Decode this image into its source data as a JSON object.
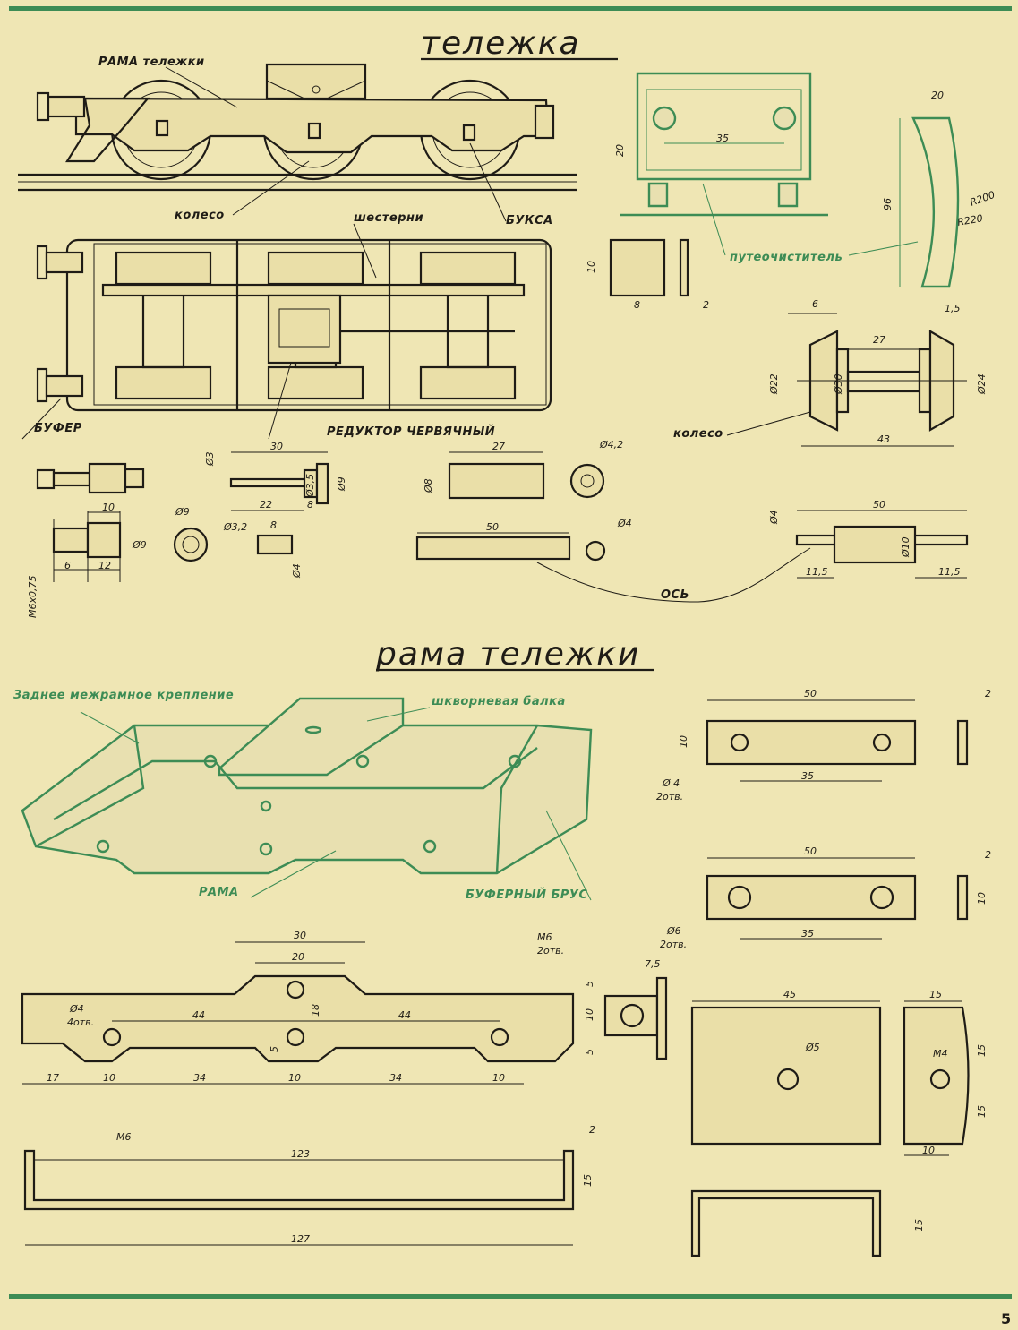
{
  "page": {
    "title_top": "тележка",
    "title_mid": "рама тележки",
    "page_number": "5"
  },
  "labels": {
    "rama_telezhki": "РАМА тележки",
    "koleso_1": "колесо",
    "shesterni": "шестерни",
    "buksa": "БУКСА",
    "putechistitel": "путеочиститель",
    "koleso_2": "колесо",
    "bufer": "БУФЕР",
    "reduktor": "РЕДУКТОР ЧЕРВЯЧНЫЙ",
    "os": "ОСЬ",
    "zadnee": "Заднее межрамное крепление",
    "shkvornevaya": "шкворневая балка",
    "rama": "РАМА",
    "bufernyi_brus": "БУФЕРНЫЙ БРУС"
  },
  "dims": {
    "d20a": "20",
    "d35a": "35",
    "d20b": "20",
    "d96": "96",
    "r200": "R200",
    "r220": "R220",
    "d10a": "10",
    "d8a": "8",
    "d2a": "2",
    "d6a": "6",
    "d15a": "1,5",
    "d27a": "27",
    "d22": "Ø22",
    "d30": "Ø30",
    "d24": "Ø24",
    "d43": "43",
    "d30b": "30",
    "d3": "Ø3",
    "d35b": "Ø3,5",
    "d9a": "Ø9",
    "d22b": "22",
    "d8b": "8",
    "d27b": "27",
    "d8c": "Ø8",
    "d42": "Ø4,2",
    "d10b": "10",
    "d9b": "Ø9",
    "d6b": "6",
    "d12": "12",
    "m6x075": "M6x0,75",
    "d9c": "Ø9",
    "d32": "Ø3,2",
    "d8d": "8",
    "d4a": "Ø4",
    "d50a": "50",
    "d4b": "Ø4",
    "d50b": "50",
    "d4c": "Ø4",
    "d10c": "Ø10",
    "d115a": "11,5",
    "d115b": "11,5",
    "d50c": "50",
    "d2b": "2",
    "d10d": "10",
    "d4d": "Ø 4",
    "otv2a": "2отв.",
    "d35c": "35",
    "d50d": "50",
    "d2c": "2",
    "d10e": "10",
    "d6c": "Ø6",
    "otv2b": "2отв.",
    "d35d": "35",
    "d30c": "30",
    "d20c": "20",
    "d4e": "Ø4",
    "otv4": "4отв.",
    "d44a": "44",
    "d44b": "44",
    "d18": "18",
    "d5a": "5",
    "d17": "17",
    "d10f": "10",
    "d34a": "34",
    "d10g": "10",
    "d34b": "34",
    "d10h": "10",
    "m6a": "M6",
    "otv2c": "2отв.",
    "d75": "7,5",
    "d5b": "5",
    "d10i": "10",
    "d5c": "5",
    "d45": "45",
    "d5d": "Ø5",
    "d15b": "15",
    "m4": "M4",
    "d15c": "15",
    "d15d": "15",
    "d10j": "10",
    "m6b": "M6",
    "d123": "123",
    "d2d": "2",
    "d15e": "15",
    "d127": "127",
    "d15f": "15"
  },
  "colors": {
    "paper": "#efe6b4",
    "ink": "#1f1c16",
    "accent_green": "#3d8c55"
  }
}
